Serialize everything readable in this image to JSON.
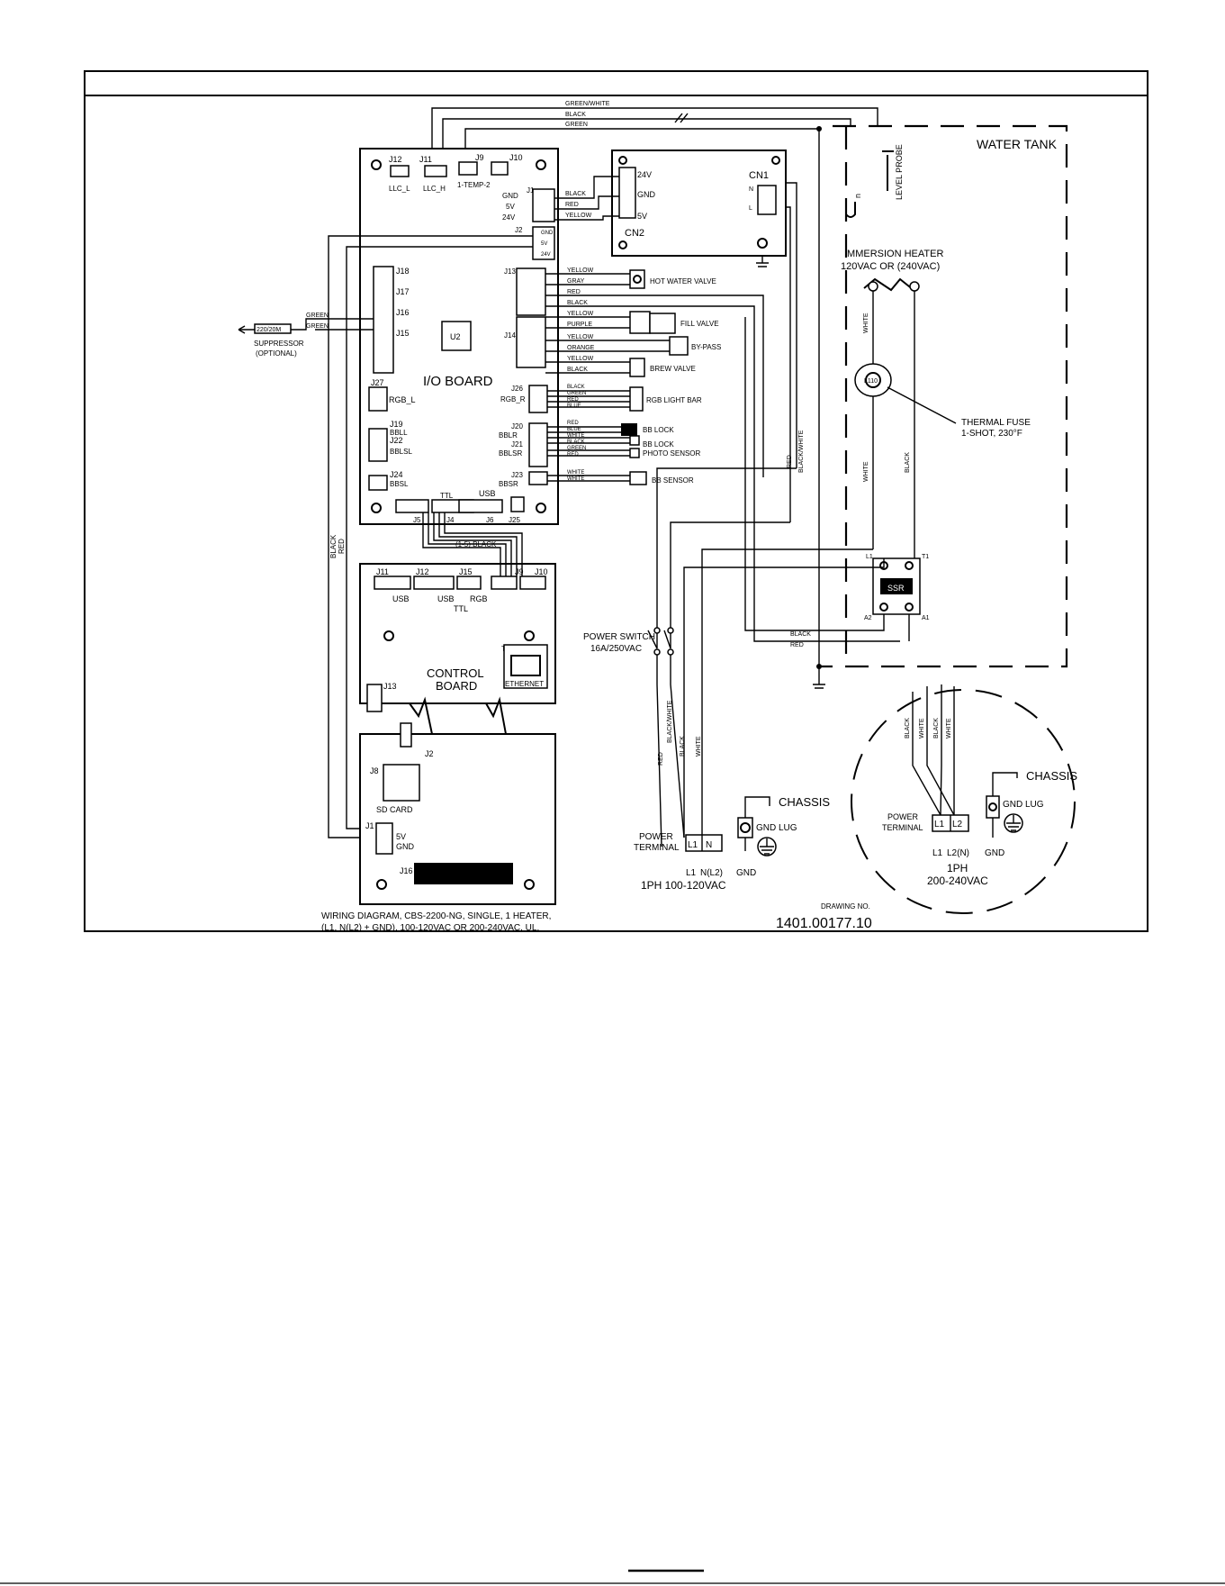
{
  "water_tank": "WATER TANK",
  "level_probe": "LEVEL PROBE",
  "top_wires": [
    "GREEN/WHITE",
    "BLACK",
    "GREEN"
  ],
  "io_board": {
    "title": "I/O BOARD",
    "chip": "U2",
    "top_connectors": [
      "J12",
      "J11",
      "J9",
      "J10"
    ],
    "top_connector_labels": [
      "LLC_L",
      "LLC_H",
      "1-TEMP-2"
    ],
    "j1": "J1",
    "j2": "J2",
    "j1_pins": [
      "GND",
      "5V",
      "24V"
    ],
    "j2_pins": [
      "GND",
      "5V",
      "24V"
    ],
    "left_connectors": [
      "J18",
      "J17",
      "J16",
      "J15"
    ],
    "lower_left": [
      "J27",
      "RGB_L",
      "J19",
      "BBLL",
      "J22",
      "BBLSL",
      "J24",
      "BBSL"
    ],
    "bottom_connectors": [
      "J5",
      "TTL",
      "J4",
      "USB",
      "J6",
      "J25"
    ],
    "right_connectors": [
      "J13",
      "J14",
      "J26",
      "RGB_R",
      "J20",
      "BBLR",
      "J21",
      "BBLSR",
      "J23",
      "BBSR"
    ]
  },
  "power_supply": {
    "cn1": "CN1",
    "cn1_pins": [
      "N",
      "L"
    ],
    "cn2": "CN2",
    "cn2_pins": [
      "24V",
      "GND",
      "5V"
    ]
  },
  "j1_wires": [
    "BLACK",
    "RED",
    "YELLOW"
  ],
  "suppressor": {
    "value": "220/20M",
    "label_1": "SUPPRESSOR",
    "label_2": "(OPTIONAL)",
    "wires": [
      "GREEN",
      "GREEN"
    ]
  },
  "right_wires": [
    "YELLOW",
    "GRAY",
    "RED",
    "BLACK",
    "YELLOW",
    "PURPLE",
    "YELLOW",
    "ORANGE",
    "YELLOW",
    "BLACK"
  ],
  "rgb_wires": [
    "BLACK",
    "GREEN",
    "RED",
    "BLUE"
  ],
  "bb_wires": [
    "RED",
    "BLUE",
    "WHITE",
    "BLACK",
    "GREEN",
    "RED"
  ],
  "sensor_wires": [
    "WHITE",
    "WHITE"
  ],
  "components": {
    "hot_water_valve": "HOT WATER VALVE",
    "fill_valve": "FILL VALVE",
    "bypass": "BY-PASS",
    "brew_valve": "BREW VALVE",
    "rgb_light_bar": "RGB LIGHT BAR",
    "bb_lock_1": "BB LOCK",
    "bb_lock_2": "BB LOCK",
    "photo_sensor": "PHOTO SENSOR",
    "bb_sensor": "BB SENSOR"
  },
  "heater": {
    "label_1": "IMMERSION HEATER",
    "label_2": "120VAC OR (240VAC)",
    "fuse_text": "L110",
    "fuse_label_1": "THERMAL FUSE",
    "fuse_label_2": "1-SHOT, 230°F",
    "wire_left": "WHITE",
    "wire_right": "WHITE",
    "wire_black": "BLACK"
  },
  "ssr": {
    "label": "SSR",
    "terminals": [
      "L1",
      "T1",
      "A2",
      "A1"
    ]
  },
  "ssr_wires": [
    "BLACK",
    "RED"
  ],
  "control_board": {
    "title_1": "CONTROL",
    "title_2": "BOARD",
    "connectors": [
      "J11",
      "J12",
      "J15",
      "J9",
      "J10"
    ],
    "connector_labels": [
      "USB",
      "USB",
      "RGB"
    ],
    "ttl": "TTL",
    "t1": "T1",
    "ethernet": "ETHERNET",
    "j13": "J13",
    "ribbon_label": "(1-5) BLACK"
  },
  "lower_board": {
    "j8": "J8",
    "sd_card": "SD CARD",
    "j2": "J2",
    "j1": "J1",
    "j1_pins": [
      "5V",
      "GND"
    ],
    "j16": "J16"
  },
  "left_wires": [
    "BLACK",
    "RED"
  ],
  "power_switch": {
    "label_1": "POWER SWITCH",
    "label_2": "16A/250VAC"
  },
  "vertical_wires": [
    "RED",
    "BLACK/WHITE",
    "BLACK",
    "WHITE"
  ],
  "main_wires": [
    "RED",
    "BLACK/WHITE"
  ],
  "terminal_120": {
    "label_1": "POWER",
    "label_2": "TERMINAL",
    "boxes": [
      "L1",
      "N"
    ],
    "under": [
      "L1",
      "N(L2)"
    ],
    "gnd_lug": "GND LUG",
    "gnd": "GND",
    "chassis": "CHASSIS",
    "caption": "1PH 100-120VAC"
  },
  "circle_detail": {
    "wires": [
      "BLACK",
      "WHITE",
      "BLACK",
      "WHITE"
    ],
    "label_1": "POWER",
    "label_2": "TERMINAL",
    "boxes": [
      "L1",
      "L2"
    ],
    "under": [
      "L1",
      "L2(N)"
    ],
    "gnd_lug": "GND LUG",
    "gnd": "GND",
    "chassis": "CHASSIS",
    "caption_1": "1PH",
    "caption_2": "200-240VAC"
  },
  "footer": {
    "description_1": "WIRING DIAGRAM, CBS-2200-NG, SINGLE, 1 HEATER,",
    "description_2": "(L1, N(L2) + GND), 100-120VAC OR 200-240VAC, UL.",
    "drawing_no_label": "DRAWING NO.",
    "drawing_no": "1401.00177.10"
  }
}
